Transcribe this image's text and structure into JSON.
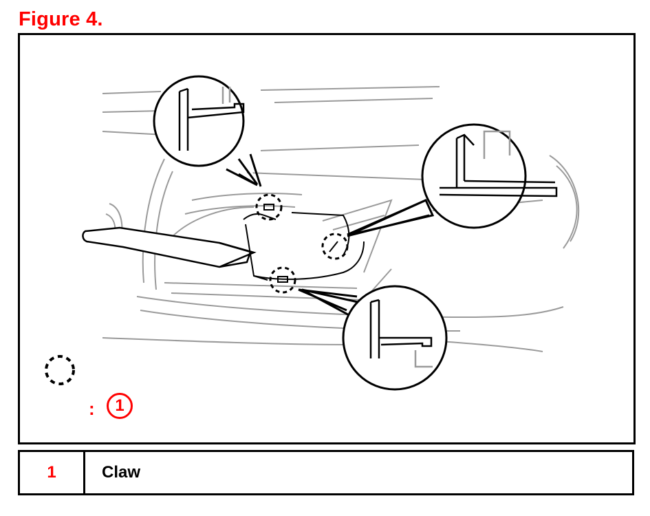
{
  "figure": {
    "title": "Figure 4.",
    "legend_key": {
      "symbol": "dashed-circle",
      "separator": ":",
      "callout_number": "1"
    }
  },
  "legend_table": {
    "rows": [
      {
        "number": "1",
        "description": "Claw"
      }
    ]
  },
  "colors": {
    "title": "#ff0000",
    "callout": "#ff0000",
    "lines": "#000000",
    "light_lines": "#9a9a9a"
  }
}
